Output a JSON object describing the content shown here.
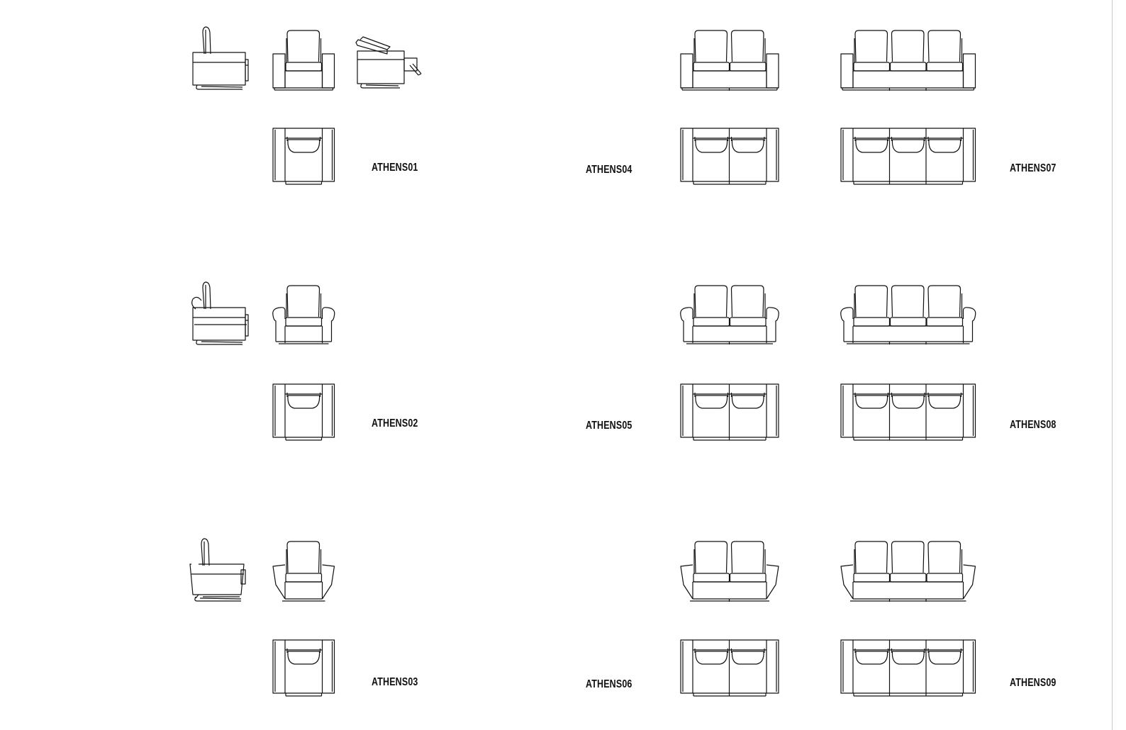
{
  "sheet": {
    "labels": {
      "athens01": "ATHENS01",
      "athens02": "ATHENS02",
      "athens03": "ATHENS03",
      "athens04": "ATHENS04",
      "athens05": "ATHENS05",
      "athens06": "ATHENS06",
      "athens07": "ATHENS07",
      "athens08": "ATHENS08",
      "athens09": "ATHENS09"
    },
    "line_color": "#1a1a1a",
    "stroke_color": "#111111"
  }
}
